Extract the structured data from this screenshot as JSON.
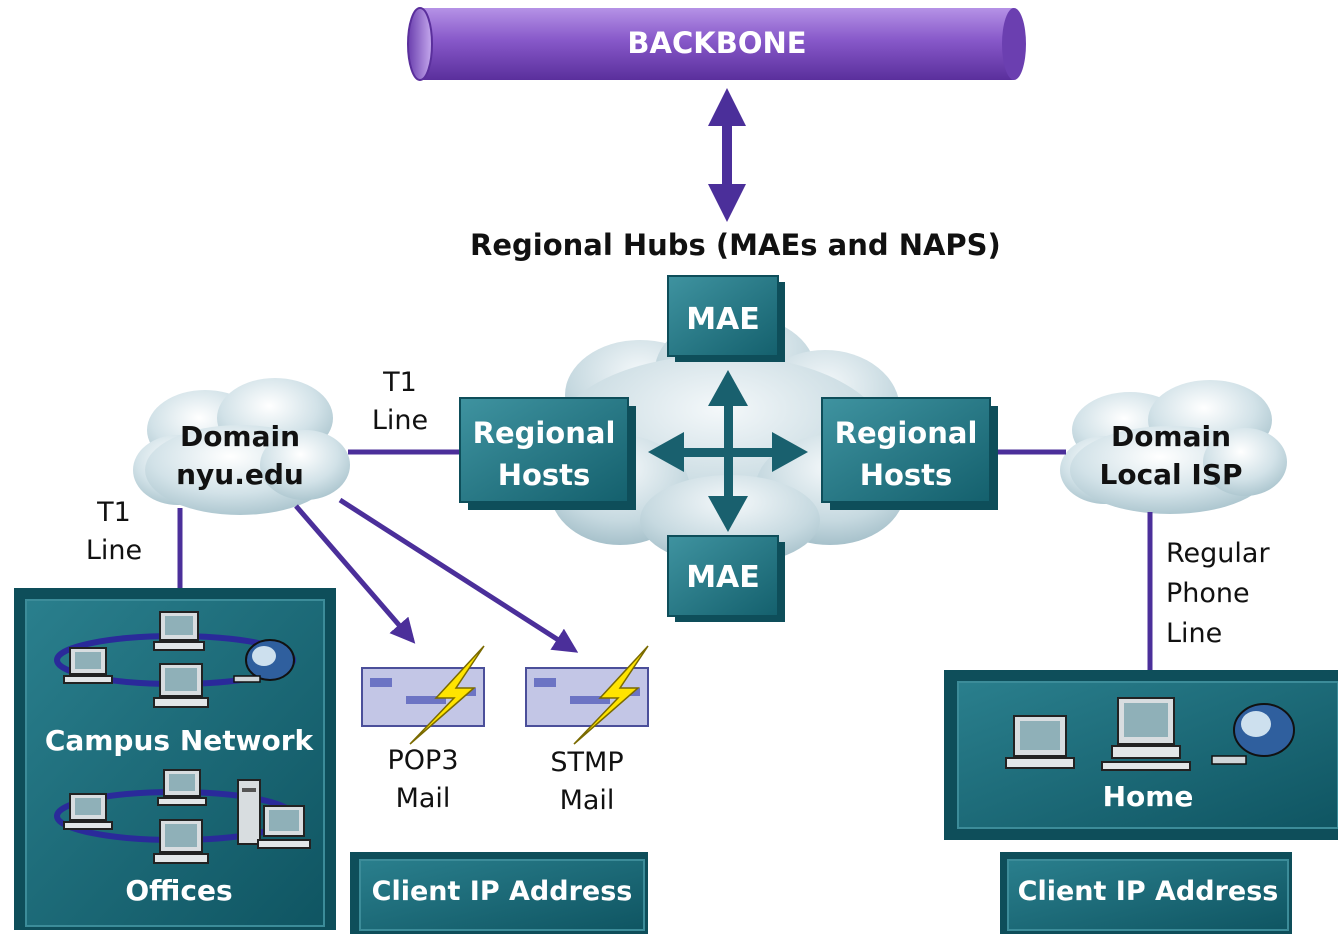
{
  "backbone": {
    "label": "BACKBONE"
  },
  "hubs": {
    "title": "Regional Hubs (MAEs and NAPS)",
    "mae_top": "MAE",
    "mae_bottom": "MAE",
    "host_left": [
      "Regional",
      "Hosts"
    ],
    "host_right": [
      "Regional",
      "Hosts"
    ]
  },
  "left_domain": {
    "line1": "Domain",
    "line2": "nyu.edu"
  },
  "right_domain": {
    "line1": "Domain",
    "line2": "Local ISP"
  },
  "links": {
    "t1_top": [
      "T1",
      "Line"
    ],
    "t1_left": [
      "T1",
      "Line"
    ],
    "phone": [
      "Regular",
      "Phone",
      "Line"
    ]
  },
  "campus": {
    "network_label": "Campus Network",
    "offices_label": "Offices"
  },
  "mail": {
    "pop3": [
      "POP3",
      "Mail"
    ],
    "stmp": [
      "STMP",
      "Mail"
    ]
  },
  "client_ip_left": "Client IP Address",
  "client_ip_right": "Client IP Address",
  "home": {
    "label": "Home"
  },
  "colors": {
    "backbone": "#7a4bb8",
    "link": "#4b2f9a",
    "teal_box": "#1a6a78",
    "teal_arrow": "#19606e",
    "cloud": "#c4d8e0"
  }
}
